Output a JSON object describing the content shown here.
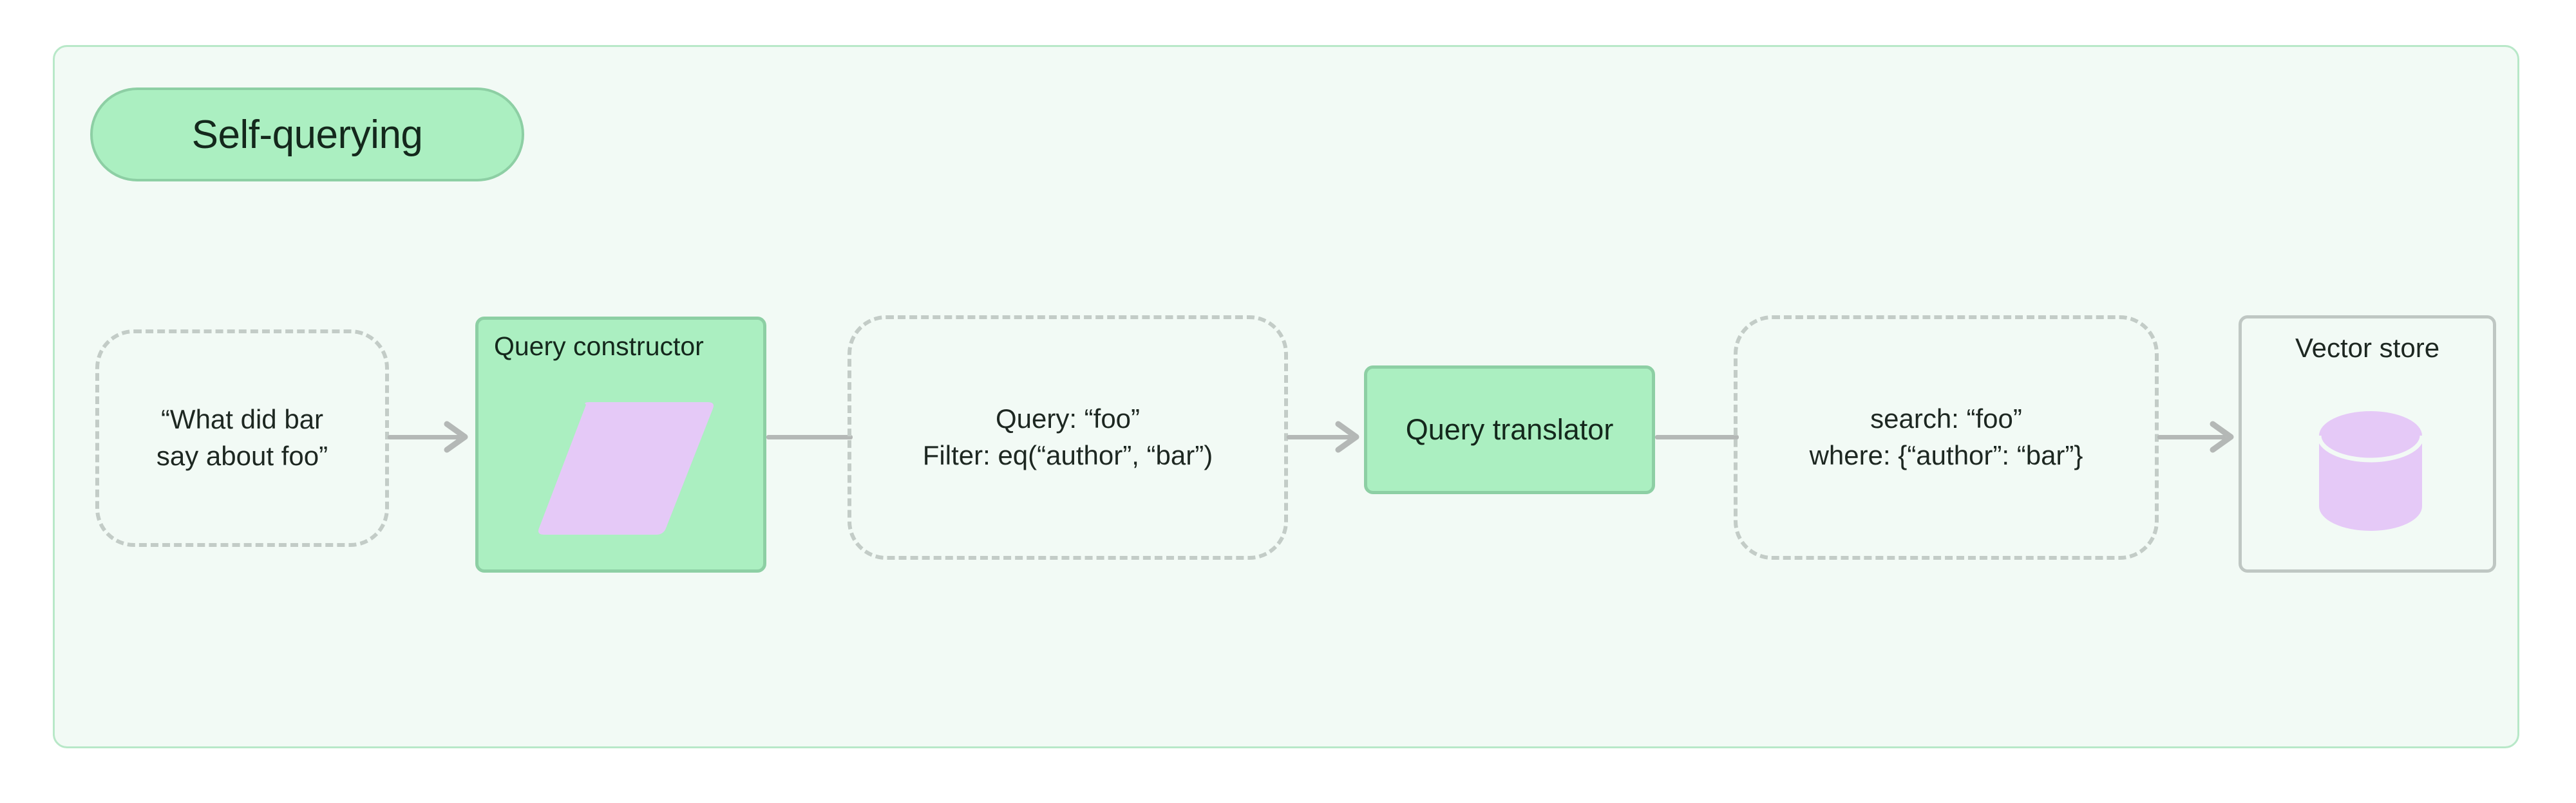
{
  "diagram": {
    "type": "flowchart",
    "direction": "left-to-right",
    "subgraph": {
      "title": "Self-querying",
      "frame_color": "#b8e8c8",
      "frame_background": "#f2faf5",
      "title_pill_fill": "#abefc1",
      "title_pill_border": "#8dcfa4"
    },
    "nodes": [
      {
        "id": "user-question",
        "shape": "dashed-rounded",
        "text": "“What did bar\nsay about foo”",
        "border_color": "#c3ccc7"
      },
      {
        "id": "query-constructor",
        "shape": "process",
        "label": "Query constructor",
        "icon": "parallelogram-icon",
        "icon_color": "#e5c9f7",
        "fill": "#abefc1",
        "border_color": "#8dcfa4"
      },
      {
        "id": "structured-query",
        "shape": "dashed-rounded",
        "text": "Query: “foo”\nFilter: eq(“author”, “bar”)",
        "border_color": "#c3ccc7"
      },
      {
        "id": "query-translator",
        "shape": "process",
        "label": "Query translator",
        "fill": "#abefc1",
        "border_color": "#8dcfa4"
      },
      {
        "id": "native-query",
        "shape": "dashed-rounded",
        "text": "search: “foo”\nwhere: {“author”: “bar”}",
        "border_color": "#c3ccc7"
      },
      {
        "id": "vector-store",
        "shape": "store",
        "label": "Vector store",
        "icon": "database-cylinder-icon",
        "icon_color": "#e5c9f7",
        "fill": "#f2faf5",
        "border_color": "#bfc7c3"
      }
    ],
    "edges": [
      {
        "from": "user-question",
        "to": "query-constructor",
        "arrowhead": true
      },
      {
        "from": "query-constructor",
        "to": "structured-query",
        "arrowhead": false
      },
      {
        "from": "structured-query",
        "to": "query-translator",
        "arrowhead": true
      },
      {
        "from": "query-translator",
        "to": "native-query",
        "arrowhead": false
      },
      {
        "from": "native-query",
        "to": "vector-store",
        "arrowhead": true
      }
    ],
    "edge_color": "#b4b8b6"
  }
}
